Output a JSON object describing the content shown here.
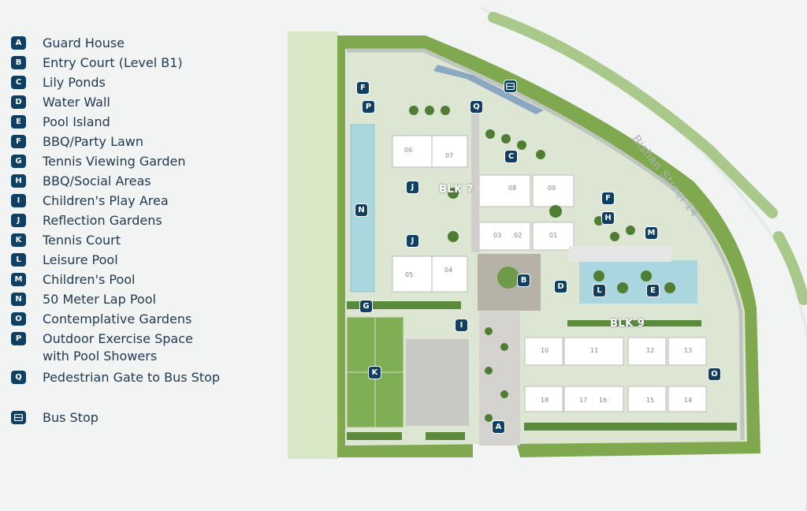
{
  "legend": [
    {
      "code": "A",
      "label": "Guard House"
    },
    {
      "code": "B",
      "label": "Entry Court (Level B1)"
    },
    {
      "code": "C",
      "label": "Lily Ponds"
    },
    {
      "code": "D",
      "label": "Water Wall"
    },
    {
      "code": "E",
      "label": "Pool Island"
    },
    {
      "code": "F",
      "label": "BBQ/Party Lawn"
    },
    {
      "code": "G",
      "label": "Tennis Viewing Garden"
    },
    {
      "code": "H",
      "label": "BBQ/Social Areas"
    },
    {
      "code": "I",
      "label": "Children's Play Area"
    },
    {
      "code": "J",
      "label": "Reflection Gardens"
    },
    {
      "code": "K",
      "label": "Tennis Court"
    },
    {
      "code": "L",
      "label": "Leisure Pool"
    },
    {
      "code": "M",
      "label": "Children's Pool"
    },
    {
      "code": "N",
      "label": "50 Meter Lap Pool"
    },
    {
      "code": "O",
      "label": "Contemplative Gardens"
    },
    {
      "code": "P",
      "label": "Outdoor Exercise Space",
      "label2": "with Pool Showers"
    },
    {
      "code": "Q",
      "label": "Pedestrian Gate to Bus Stop"
    }
  ],
  "bus_stop": {
    "label": "Bus Stop"
  },
  "map": {
    "street_label": "Bishan Street 14",
    "blocks": [
      {
        "label": "BLK 7"
      },
      {
        "label": "BLK 9"
      }
    ],
    "units": [
      "06",
      "07",
      "08",
      "09",
      "03",
      "02",
      "01",
      "05",
      "04",
      "10",
      "11",
      "12",
      "13",
      "18",
      "17",
      "16",
      "15",
      "14"
    ],
    "markers": [
      "F",
      "P",
      "Q",
      "C",
      "J",
      "J",
      "N",
      "F",
      "H",
      "M",
      "B",
      "D",
      "L",
      "E",
      "G",
      "I",
      "K",
      "O",
      "A"
    ]
  },
  "colors": {
    "badge": "#0f3f63",
    "lawn": "#7fa84f",
    "water": "#a9d6df",
    "building": "#ffffff"
  }
}
